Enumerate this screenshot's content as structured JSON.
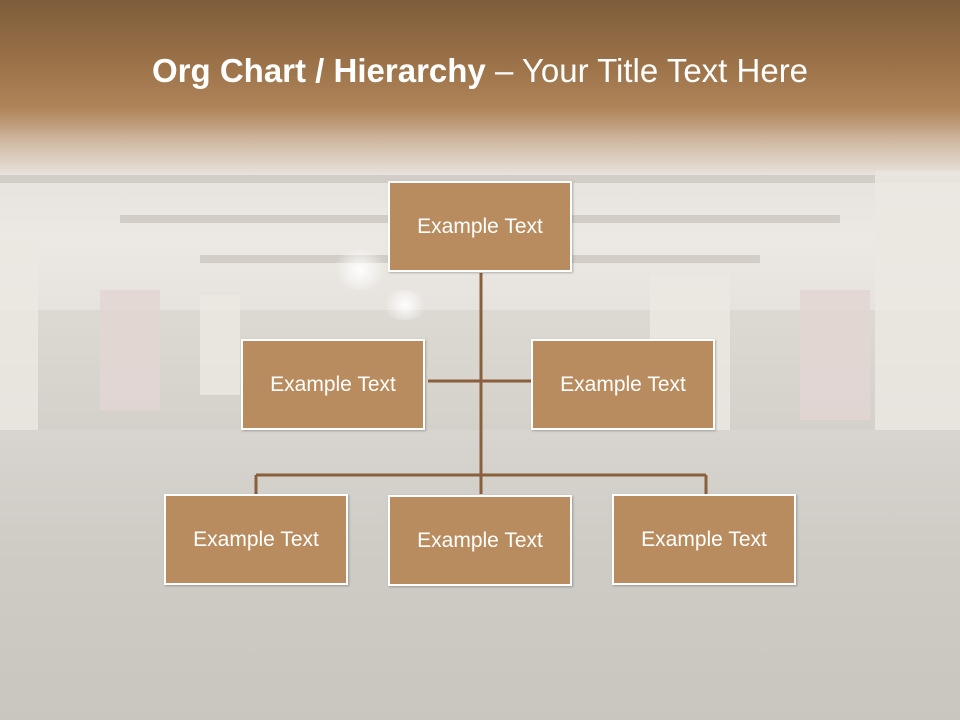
{
  "slide": {
    "title_bold": "Org Chart / Hierarchy",
    "title_dash": " – ",
    "title_regular": "Your Title Text Here"
  },
  "org_chart": {
    "root": {
      "label": "Example Text"
    },
    "assistants": [
      {
        "label": "Example Text"
      },
      {
        "label": "Example Text"
      }
    ],
    "children": [
      {
        "label": "Example Text"
      },
      {
        "label": "Example Text"
      },
      {
        "label": "Example Text"
      }
    ]
  },
  "colors": {
    "header_brown": "#9a7148",
    "node_fill": "#b98c5f",
    "node_border": "#ffffff",
    "connector": "#8a5f3c"
  }
}
